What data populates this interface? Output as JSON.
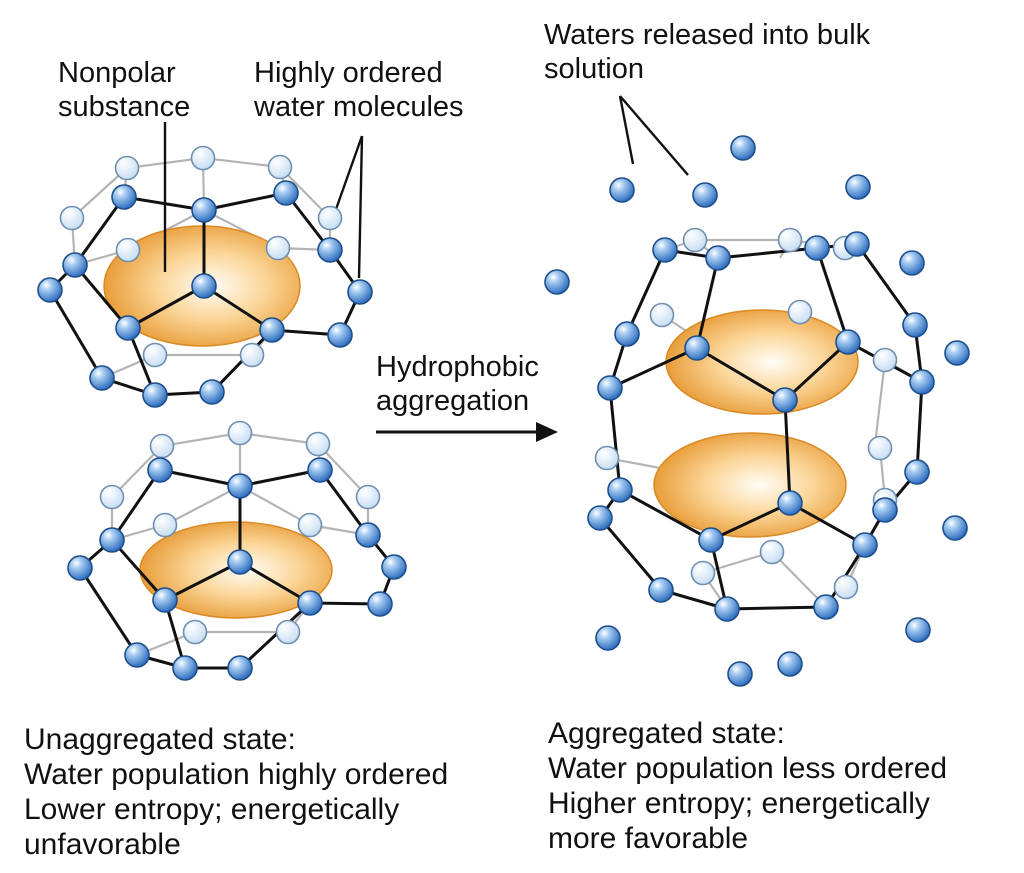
{
  "labels": {
    "nonpolar": [
      "Nonpolar",
      "substance"
    ],
    "ordered_water": [
      "Highly ordered",
      "water molecules"
    ],
    "released": [
      "Waters released into bulk",
      "solution"
    ],
    "process": [
      "Hydrophobic",
      "aggregation"
    ]
  },
  "captions": {
    "left": [
      "Unaggregated state:",
      "Water population highly ordered",
      "Lower entropy; energetically",
      "unfavorable"
    ],
    "right": [
      "Aggregated state:",
      "Water population less ordered",
      "Higher entropy; energetically",
      "more favorable"
    ]
  },
  "colors": {
    "water_molecule": "#4f8fd6",
    "water_molecule_back": "#e6f1fb",
    "nonpolar_substance": "#f0a33a",
    "bond_front": "#111111",
    "bond_back": "#b4b4b4"
  }
}
